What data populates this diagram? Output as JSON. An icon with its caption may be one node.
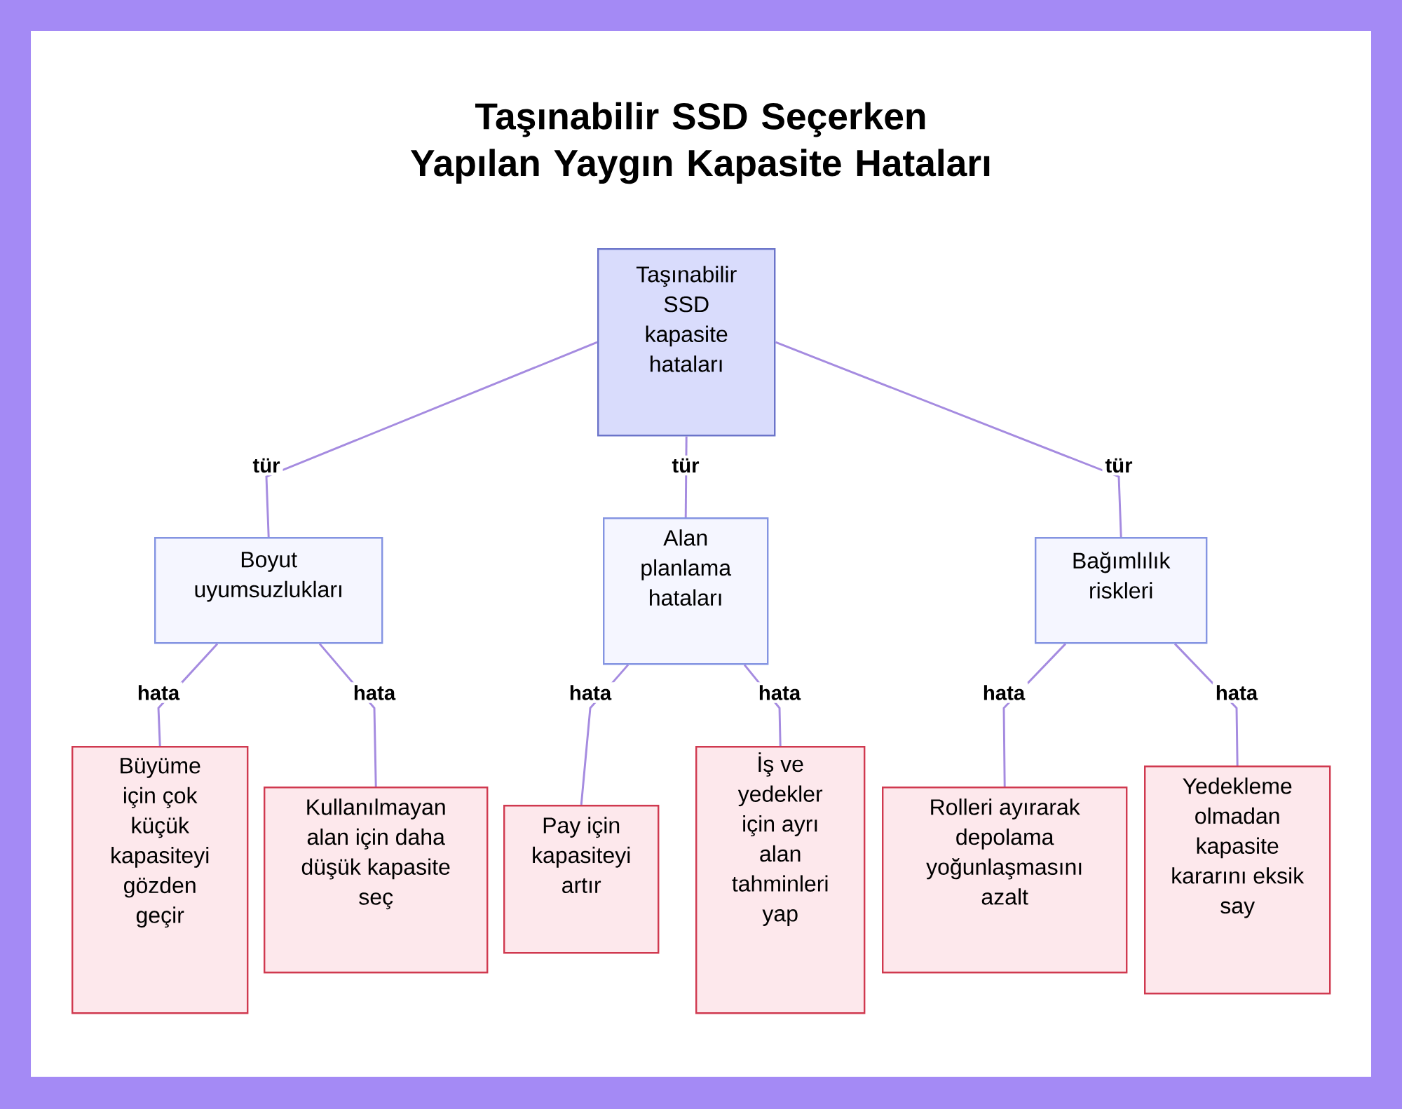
{
  "diagram": {
    "title": "Taşınabilir SSD Seçerken Yapılan Yaygın Kapasite Hataları",
    "nodes": [
      {
        "text": [
          "Taşınabilir SSD kapasite hataları"
        ]
      },
      {
        "text": [
          "Boyut uyumsuzlukları"
        ]
      },
      {
        "text": [
          "Alan planlama hataları"
        ]
      },
      {
        "text": [
          "Bağımlılık riskleri"
        ]
      },
      {
        "text": [
          "Büyüme için çok küçük kapasiteyi gözden geçir"
        ]
      },
      {
        "text": [
          "Kullanılmayan alan için daha düşük kapasite seç"
        ]
      },
      {
        "text": [
          "Pay için kapasiteyi artır"
        ]
      },
      {
        "text": [
          "İş ve yedekler için ayrı alan tahminleri yap"
        ]
      },
      {
        "text": [
          "Rolleri ayırarak depolama yoğunlaşmasını azalt"
        ]
      },
      {
        "text": [
          "Yedekleme olmadan kapasite kararını eksik say"
        ]
      }
    ],
    "edges": [
      {
        "from": 0,
        "to": 1,
        "arrow": "none",
        "label": "tür"
      },
      {
        "from": 0,
        "to": 2,
        "arrow": "none",
        "label": "tür"
      },
      {
        "from": 0,
        "to": 3,
        "arrow": "none",
        "label": "tür"
      },
      {
        "from": 1,
        "to": 4,
        "arrow": "none",
        "label": "hata"
      },
      {
        "from": 1,
        "to": 5,
        "arrow": "none",
        "label": "hata"
      },
      {
        "from": 2,
        "to": 6,
        "arrow": "none",
        "label": "hata"
      },
      {
        "from": 2,
        "to": 7,
        "arrow": "none",
        "label": "hata"
      },
      {
        "from": 3,
        "to": 8,
        "arrow": "none",
        "label": "hata"
      },
      {
        "from": 3,
        "to": 9,
        "arrow": "none",
        "label": "hata"
      }
    ]
  }
}
